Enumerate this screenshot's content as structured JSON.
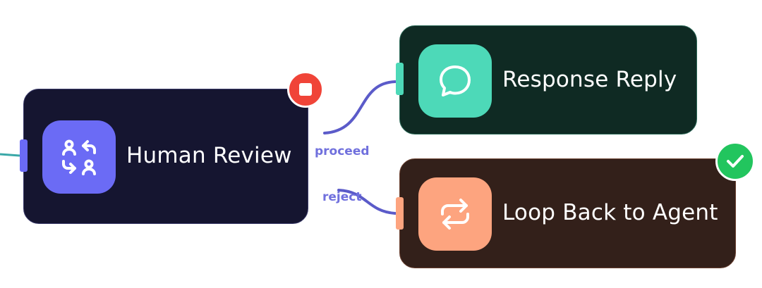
{
  "nodes": {
    "human_review": {
      "label": "Human Review",
      "icon": "people-swap-icon",
      "bg_color": "#151530",
      "tile_color": "#6b6bf5",
      "port_color": "#6b6bf5",
      "status": "stopped",
      "status_icon": "stop-icon",
      "status_color": "#f04438"
    },
    "response_reply": {
      "label": "Response Reply",
      "icon": "chat-bubble-icon",
      "bg_color": "#0f2a23",
      "tile_color": "#4dd9b8",
      "port_color": "#4dd9b8"
    },
    "loop_back": {
      "label": "Loop Back to Agent",
      "icon": "repeat-icon",
      "bg_color": "#33201a",
      "tile_color": "#fda47f",
      "port_color": "#fda47f",
      "status": "completed",
      "status_icon": "check-icon",
      "status_color": "#22c55e"
    }
  },
  "edges": [
    {
      "from": "human_review",
      "to": "response_reply",
      "label": "proceed",
      "color": "#5b5bc9"
    },
    {
      "from": "human_review",
      "to": "loop_back",
      "label": "reject",
      "color": "#5b5bc9"
    }
  ],
  "incoming_edge_color": "#3aa8a8"
}
